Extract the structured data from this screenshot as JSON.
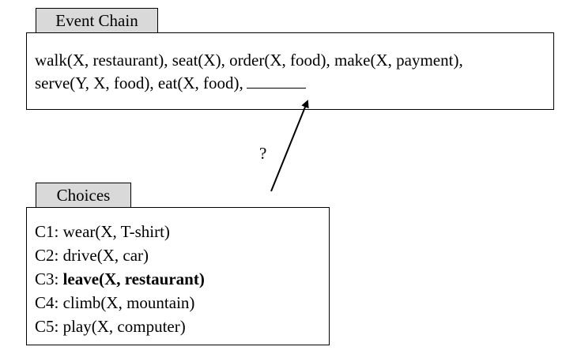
{
  "event_chain": {
    "title": "Event Chain",
    "line1": "walk(X, restaurant), seat(X), order(X, food), make(X, payment),",
    "line2": "serve(Y, X, food), eat(X, food),"
  },
  "question_mark": "?",
  "choices": {
    "title": "Choices",
    "items": [
      {
        "label": "C1:",
        "text": "wear(X, T-shirt)",
        "bold": false
      },
      {
        "label": "C2:",
        "text": "drive(X, car)",
        "bold": false
      },
      {
        "label": "C3:",
        "text": "leave(X, restaurant)",
        "bold": true
      },
      {
        "label": "C4:",
        "text": "climb(X, mountain)",
        "bold": false
      },
      {
        "label": "C5:",
        "text": "play(X, computer)",
        "bold": false
      }
    ]
  },
  "colors": {
    "tab_fill": "#d9d9d9",
    "border": "#000000",
    "text": "#000000"
  }
}
